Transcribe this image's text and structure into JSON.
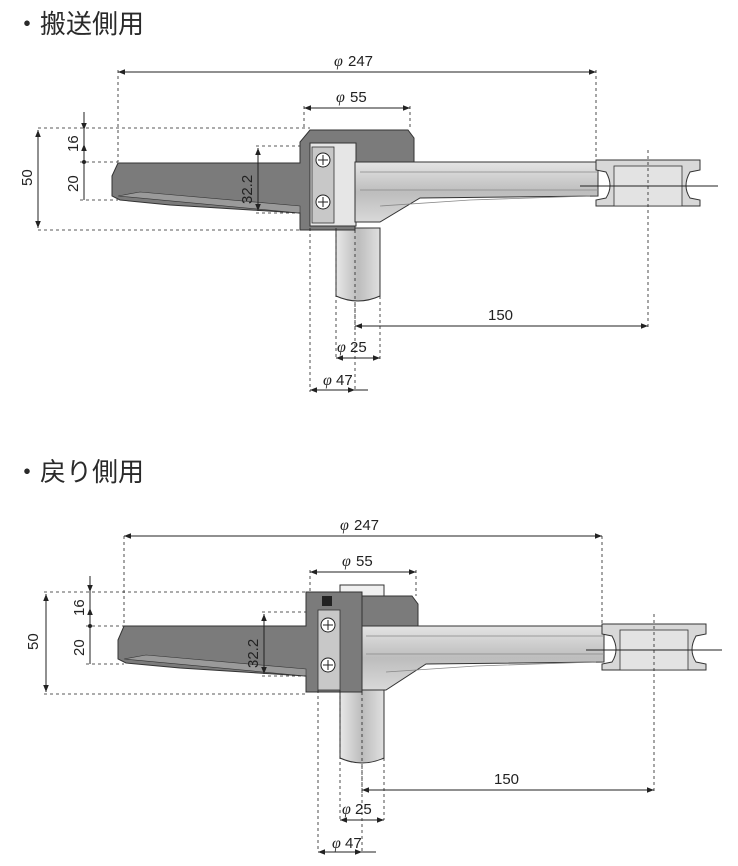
{
  "sections": [
    {
      "title": "・搬送側用",
      "dims": {
        "phi247": "247",
        "phi55": "55",
        "d150": "150",
        "phi25": "25",
        "phi47": "47",
        "d50": "50",
        "d16": "16",
        "d20": "20",
        "d32": "32.2"
      }
    },
    {
      "title": "・戻り側用",
      "dims": {
        "phi247": "247",
        "phi55": "55",
        "d150": "150",
        "phi25": "25",
        "phi47": "47",
        "d50": "50",
        "d16": "16",
        "d20": "20",
        "d32": "32.2"
      }
    }
  ],
  "symbols": {
    "diameter": "φ"
  },
  "colors": {
    "body": "#7b7b7b",
    "rail": "#c9c9c9",
    "shaft": "#d6d6d6",
    "line": "#222222"
  }
}
